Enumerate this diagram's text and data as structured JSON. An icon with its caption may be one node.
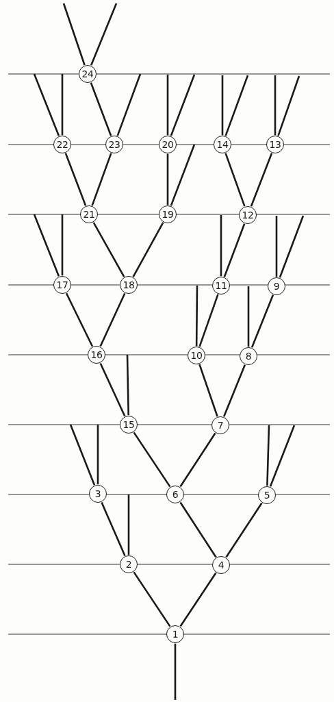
{
  "diagram": {
    "nodes": [
      {
        "text": [
          "24"
        ]
      },
      {
        "text": [
          "22"
        ]
      },
      {
        "text": [
          "23"
        ]
      },
      {
        "text": [
          "20"
        ]
      },
      {
        "text": [
          "14"
        ]
      },
      {
        "text": [
          "13"
        ]
      },
      {
        "text": [
          "21"
        ]
      },
      {
        "text": [
          "19"
        ]
      },
      {
        "text": [
          "12"
        ]
      },
      {
        "text": [
          "17"
        ]
      },
      {
        "text": [
          "18"
        ]
      },
      {
        "text": [
          "11"
        ]
      },
      {
        "text": [
          "9"
        ]
      },
      {
        "text": [
          "16"
        ]
      },
      {
        "text": [
          "10"
        ]
      },
      {
        "text": [
          "8"
        ]
      },
      {
        "text": [
          "15"
        ]
      },
      {
        "text": [
          "7"
        ]
      },
      {
        "text": [
          "3"
        ]
      },
      {
        "text": [
          "6"
        ]
      },
      {
        "text": [
          "5"
        ]
      },
      {
        "text": [
          "2"
        ]
      },
      {
        "text": [
          "4"
        ]
      },
      {
        "text": [
          "1"
        ]
      }
    ],
    "edges": [
      {
        "from": 23,
        "to": 21,
        "arrow": "none"
      },
      {
        "from": 23,
        "to": 22,
        "arrow": "none"
      },
      {
        "from": 21,
        "to": 18,
        "arrow": "none"
      },
      {
        "from": 22,
        "to": 19,
        "arrow": "none"
      },
      {
        "from": 22,
        "to": 20,
        "arrow": "none"
      },
      {
        "from": 19,
        "to": 16,
        "arrow": "none"
      },
      {
        "from": 19,
        "to": 17,
        "arrow": "none"
      },
      {
        "from": 16,
        "to": 13,
        "arrow": "none"
      },
      {
        "from": 17,
        "to": 14,
        "arrow": "none"
      },
      {
        "from": 17,
        "to": 15,
        "arrow": "none"
      },
      {
        "from": 13,
        "to": 9,
        "arrow": "none"
      },
      {
        "from": 13,
        "to": 10,
        "arrow": "none"
      },
      {
        "from": 14,
        "to": 11,
        "arrow": "none"
      },
      {
        "from": 15,
        "to": 12,
        "arrow": "none"
      },
      {
        "from": 10,
        "to": 6,
        "arrow": "none"
      },
      {
        "from": 10,
        "to": 7,
        "arrow": "none"
      },
      {
        "from": 11,
        "to": 8,
        "arrow": "none"
      },
      {
        "from": 6,
        "to": 1,
        "arrow": "none"
      },
      {
        "from": 6,
        "to": 2,
        "arrow": "none"
      },
      {
        "from": 7,
        "to": 3,
        "arrow": "none"
      },
      {
        "from": 8,
        "to": 4,
        "arrow": "none"
      },
      {
        "from": 8,
        "to": 5,
        "arrow": "none"
      },
      {
        "from": 2,
        "to": 0,
        "arrow": "none"
      },
      {
        "from": 23,
        "to": null,
        "arrow": "none"
      },
      {
        "from": 21,
        "to": null,
        "arrow": "none"
      },
      {
        "from": 18,
        "to": null,
        "arrow": "none"
      },
      {
        "from": 18,
        "to": null,
        "arrow": "none"
      },
      {
        "from": 20,
        "to": null,
        "arrow": "none"
      },
      {
        "from": 20,
        "to": null,
        "arrow": "none"
      },
      {
        "from": 16,
        "to": null,
        "arrow": "none"
      },
      {
        "from": 14,
        "to": null,
        "arrow": "none"
      },
      {
        "from": 15,
        "to": null,
        "arrow": "none"
      },
      {
        "from": 9,
        "to": null,
        "arrow": "none"
      },
      {
        "from": 9,
        "to": null,
        "arrow": "none"
      },
      {
        "from": 11,
        "to": null,
        "arrow": "none"
      },
      {
        "from": 12,
        "to": null,
        "arrow": "none"
      },
      {
        "from": 12,
        "to": null,
        "arrow": "none"
      },
      {
        "from": 7,
        "to": null,
        "arrow": "none"
      },
      {
        "from": 3,
        "to": null,
        "arrow": "none"
      },
      {
        "from": 3,
        "to": null,
        "arrow": "none"
      },
      {
        "from": 4,
        "to": null,
        "arrow": "none"
      },
      {
        "from": 4,
        "to": null,
        "arrow": "none"
      },
      {
        "from": 5,
        "to": null,
        "arrow": "none"
      },
      {
        "from": 5,
        "to": null,
        "arrow": "none"
      },
      {
        "from": 1,
        "to": null,
        "arrow": "none"
      },
      {
        "from": 1,
        "to": null,
        "arrow": "none"
      },
      {
        "from": 2,
        "to": null,
        "arrow": "none"
      },
      {
        "from": 0,
        "to": null,
        "arrow": "none"
      },
      {
        "from": 0,
        "to": null,
        "arrow": "none"
      }
    ]
  }
}
